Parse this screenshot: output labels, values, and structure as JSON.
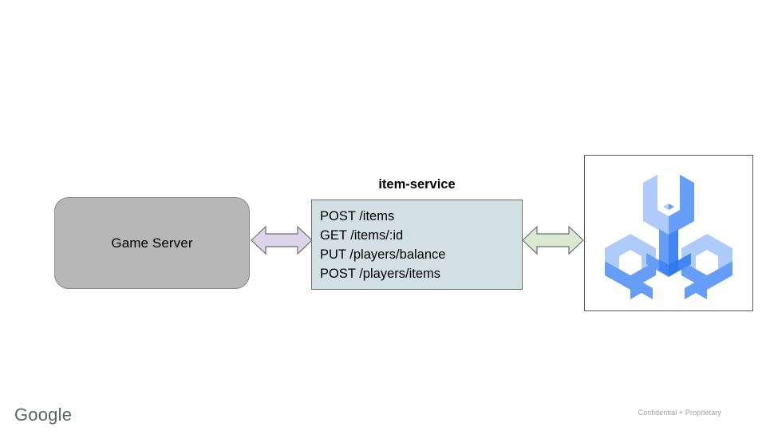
{
  "slide": {
    "background_color": "#ffffff"
  },
  "game_server": {
    "label": "Game Server",
    "fill_color": "#b7b7b7",
    "border_color": "#8a8a8a"
  },
  "service": {
    "title": "item-service",
    "fill_color": "#d2e0e3",
    "border_color": "#6b6f71",
    "endpoints": [
      "POST /items",
      "GET /items/:id",
      "PUT /players/balance",
      "POST /players/items"
    ]
  },
  "connectors": [
    {
      "name": "game-server-to-item-service",
      "style": "double-headed-arrow",
      "fill_color": "#ddd5ea",
      "border_color": "#6b6f71"
    },
    {
      "name": "item-service-to-datastore",
      "style": "double-headed-arrow",
      "fill_color": "#dce9d1",
      "border_color": "#6b6f71"
    }
  ],
  "logo_card": {
    "icon_name": "isometric-wrench-icon",
    "border_color": "#595959",
    "colors": {
      "light": "#aecbfa",
      "medium": "#669df6",
      "dark": "#4285f4",
      "deep": "#2f7aeb"
    }
  },
  "footer": {
    "brand": "Google",
    "brand_color": "#5f6368",
    "confidential_note": "Confidential + Proprietary",
    "confidential_color": "#9e9e9e"
  }
}
